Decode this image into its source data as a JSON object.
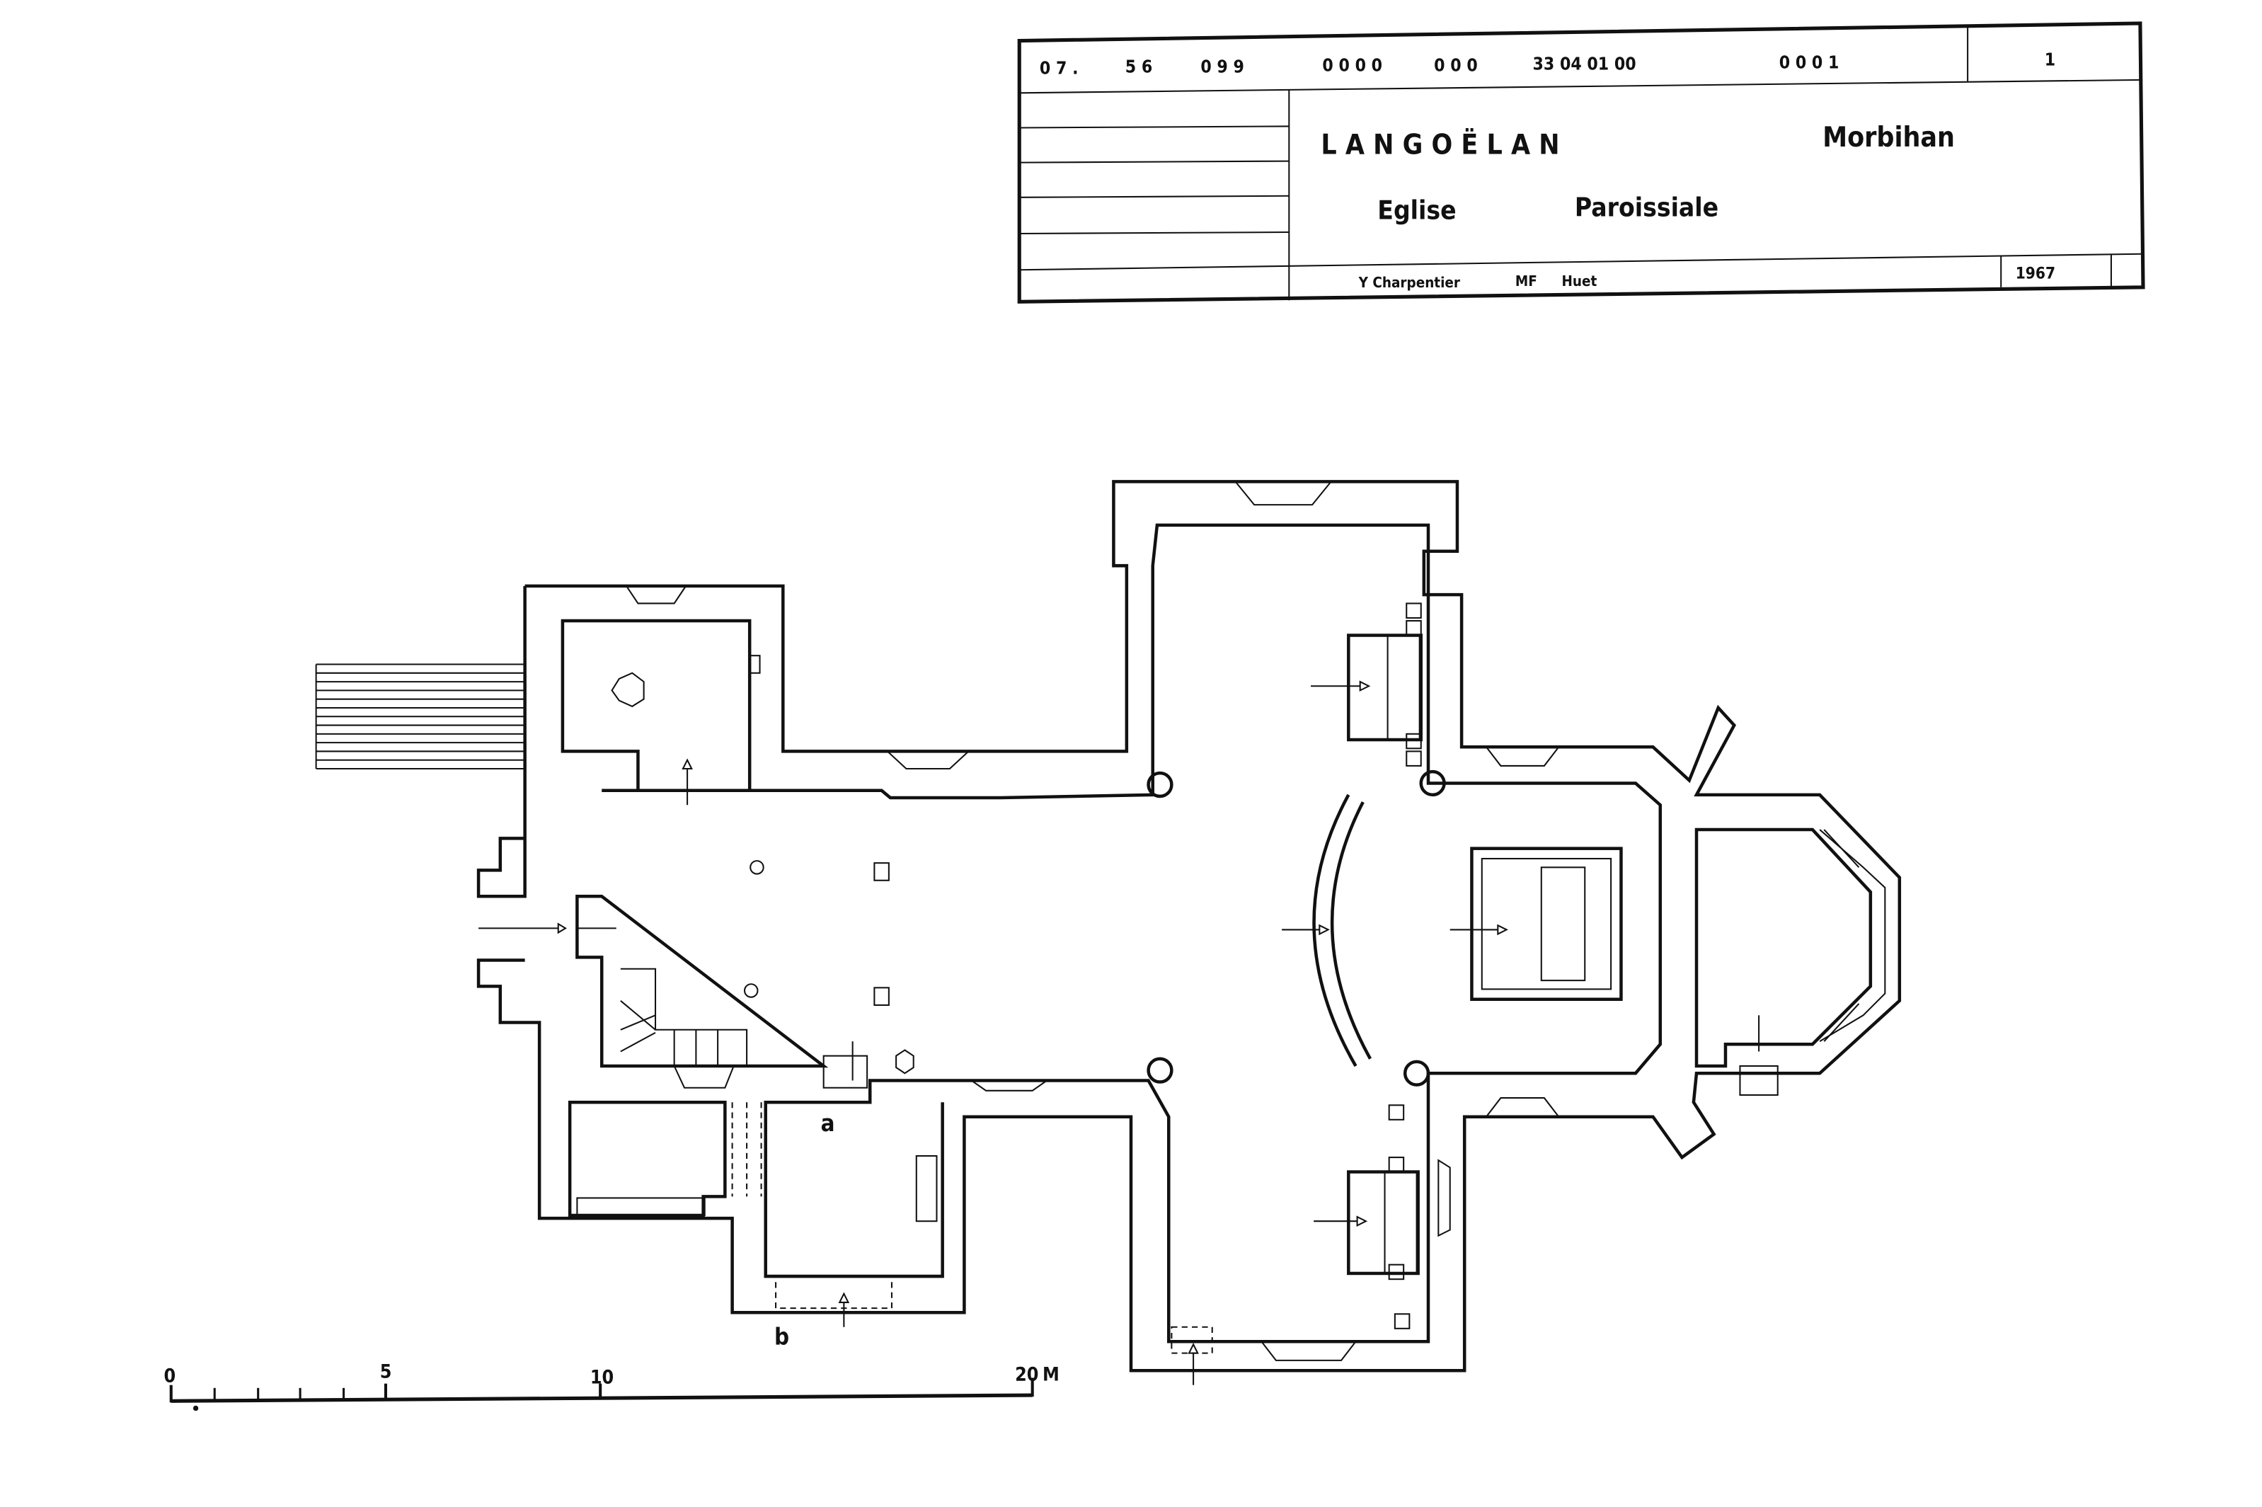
{
  "title_block": {
    "codes": [
      "0 7 .",
      "5 6",
      "0 9 9",
      "0 0 0 0",
      "0 0 0",
      "33  04  01  00",
      "0 0 0 1"
    ],
    "sheet_number": "1",
    "commune": "L A N G O Ë L A N",
    "department": "Morbihan",
    "building_type": "Eglise",
    "building_qualifier": "Paroissiale",
    "author_1": "Y Charpentier",
    "author_2_initials": "MF",
    "author_2_name": "Huet",
    "year": "1967"
  },
  "plan": {
    "label_a": "a",
    "label_b": "b"
  },
  "scale_bar": {
    "labels": [
      "0",
      "5",
      "10",
      "20"
    ],
    "unit": "M"
  }
}
